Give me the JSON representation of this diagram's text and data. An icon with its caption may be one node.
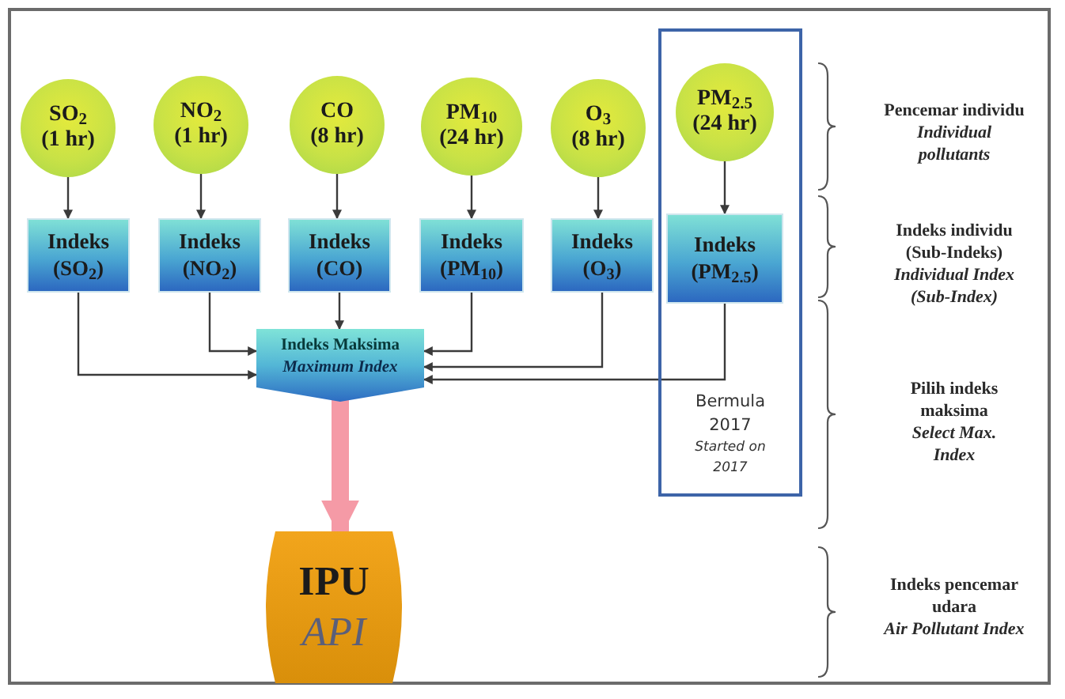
{
  "diagram": {
    "nodes": [
      {
        "text": [
          "SO$_{2}$",
          "(1 hr)"
        ]
      },
      {
        "text": [
          "NO$_{2}$",
          "(1 hr)"
        ]
      },
      {
        "text": [
          "CO",
          "(8 hr)"
        ]
      },
      {
        "text": [
          "PM$_{10}$",
          "(24 hr)"
        ]
      },
      {
        "text": [
          "O$_{3}$",
          "(8 hr)"
        ]
      },
      {
        "text": [
          "Bermula 2017",
          "Started on 2017"
        ]
      },
      {
        "text": [
          "PM$_{2.5}$",
          "(24 hr)"
        ],
        "in": 5
      },
      {
        "text": [
          "Indeks (SO$_{2}$)"
        ]
      },
      {
        "text": [
          "Indeks (NO$_{2}$)"
        ]
      },
      {
        "text": [
          "Indeks (CO)"
        ]
      },
      {
        "text": [
          "Indeks (PM$_{10}$)"
        ]
      },
      {
        "text": [
          "Indeks (O$_{3}$)"
        ]
      },
      {
        "text": [
          "Indeks (PM$_{2.5}$)"
        ],
        "in": 5
      },
      {
        "text": [
          "Indeks Maksima",
          "Maximum Index"
        ]
      },
      {
        "text": [
          "IPU",
          "API"
        ]
      }
    ],
    "edges": [
      {
        "from": 0,
        "to": 7,
        "arrow": "to"
      },
      {
        "from": 1,
        "to": 8,
        "arrow": "to"
      },
      {
        "from": 2,
        "to": 9,
        "arrow": "to"
      },
      {
        "from": 3,
        "to": 10,
        "arrow": "to"
      },
      {
        "from": 4,
        "to": 11,
        "arrow": "to"
      },
      {
        "from": 6,
        "to": 12,
        "arrow": "to"
      },
      {
        "from": 7,
        "to": 13,
        "arrow": "to"
      },
      {
        "from": 8,
        "to": 13,
        "arrow": "to"
      },
      {
        "from": 9,
        "to": 13,
        "arrow": "to"
      },
      {
        "from": 10,
        "to": 13,
        "arrow": "to"
      },
      {
        "from": 11,
        "to": 13,
        "arrow": "to"
      },
      {
        "from": 12,
        "to": 13,
        "arrow": "to"
      },
      {
        "from": 13,
        "to": 14,
        "arrow": "to",
        "style": "thick",
        "color": "#f59aa6"
      }
    ],
    "labels": [
      "Pencemar individu",
      "Individual pollutants",
      "Indeks individu (Sub-Indeks)",
      "Individual Index (Sub-Index)",
      "Pilih indeks maksima",
      "Select Max. Index",
      "Indeks pencemar udara",
      "Air Pollutant Index"
    ]
  }
}
